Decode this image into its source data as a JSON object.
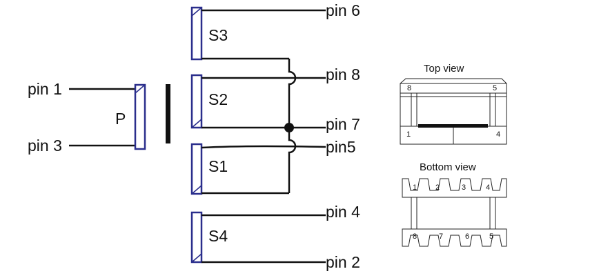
{
  "pins": {
    "pin1": "pin 1",
    "pin3": "pin 3",
    "pin6": "pin 6",
    "pin8": "pin 8",
    "pin7": "pin 7",
    "pin5": "pin5",
    "pin4": "pin 4",
    "pin2": "pin 2"
  },
  "windings": {
    "primary": "P",
    "s3": "S3",
    "s2": "S2",
    "s1": "S1",
    "s4": "S4"
  },
  "top_view": {
    "title": "Top view",
    "pin_labels": {
      "top_left": "8",
      "top_right": "5",
      "bottom_left": "1",
      "bottom_right": "4"
    }
  },
  "bottom_view": {
    "title": "Bottom view",
    "top_row": [
      "1",
      "2",
      "3",
      "4"
    ],
    "bottom_row": [
      "8",
      "7",
      "6",
      "5"
    ]
  },
  "colors": {
    "winding": "#2a2e8c",
    "wire": "#111111"
  }
}
